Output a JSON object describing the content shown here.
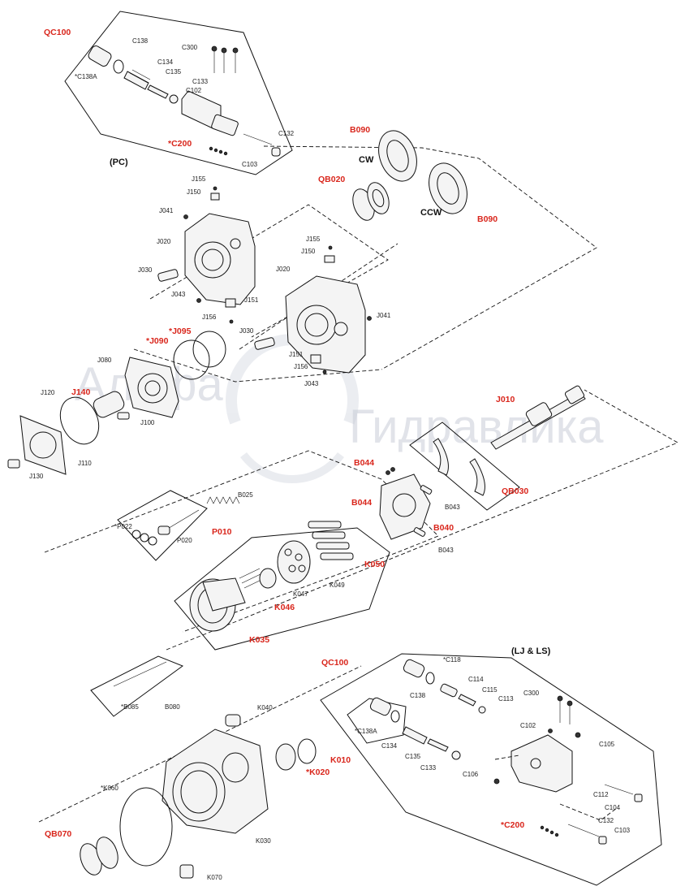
{
  "watermark": {
    "line1": "Альфа",
    "line2": "Гидравлика"
  },
  "labels": {
    "QC100_top": "QC100",
    "C138_top": "C138",
    "C138A_top": "*C138A",
    "C134_top": "C134",
    "C135_top": "C135",
    "C133_top": "C133",
    "C102_top": "C102",
    "C300_top": "C300",
    "C132_top": "C132",
    "C200_top": "*C200",
    "C103_top": "C103",
    "PC": "(PC)",
    "B090_a": "B090",
    "CW": "CW",
    "QB020": "QB020",
    "CCW": "CCW",
    "B090_b": "B090",
    "J155_a": "J155",
    "J150_a": "J150",
    "J041_a": "J041",
    "J020_a": "J020",
    "J030_a": "J030",
    "J043_a": "J043",
    "J151_a": "J151",
    "J156_a": "J156",
    "J155_b": "J155",
    "J150_b": "J150",
    "J020_b": "J020",
    "J041_b": "J041",
    "J030_b": "J030",
    "J151_b": "J151",
    "J156_b": "J156",
    "J043_b": "J043",
    "J095": "*J095",
    "J090": "*J090",
    "J080": "J080",
    "J120": "J120",
    "J140": "J140",
    "J100": "J100",
    "J110": "J110",
    "J130": "J130",
    "J010": "J010",
    "QB030": "QB030",
    "B044_a": "B044",
    "B044_b": "B044",
    "B043_a": "B043",
    "B043_b": "B043",
    "B040": "B040",
    "B025": "B025",
    "P022": "*P022",
    "P020": "P020",
    "P010": "P010",
    "K050": "K050",
    "K049": "K049",
    "K047": "K047",
    "K046": "K046",
    "K035": "K035",
    "LJLS": "(LJ & LS)",
    "QC100_bottom": "QC100",
    "C118": "*C118",
    "C114": "C114",
    "C115": "C115",
    "C113": "C113",
    "C138_bottom": "C138",
    "C300_bottom": "C300",
    "C102_bottom": "C102",
    "C105": "C105",
    "C138A_bottom": "*C138A",
    "C134_bottom": "C134",
    "C135_bottom": "C135",
    "C133_bottom": "C133",
    "C106": "C106",
    "C112": "C112",
    "C104": "C104",
    "C200_bottom": "*C200",
    "C132_bottom": "C132",
    "C103_bottom": "C103",
    "B085": "*B085",
    "B080": "B080",
    "K040": "K040",
    "K060": "*K060",
    "K010": "K010",
    "K020": "*K020",
    "QB070": "QB070",
    "K030": "K030",
    "K070": "K070"
  }
}
